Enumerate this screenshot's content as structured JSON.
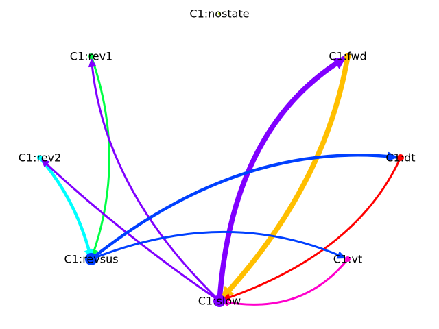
{
  "diagram": {
    "nodes": [
      {
        "id": "nostate",
        "label": "C1:nostate",
        "color": "#c8ff00"
      },
      {
        "id": "rev1",
        "label": "C1:rev1",
        "color": "#00ff44"
      },
      {
        "id": "fwd",
        "label": "C1:fwd",
        "color": "#ffbf00"
      },
      {
        "id": "rev2",
        "label": "C1:rev2",
        "color": "#00ffff"
      },
      {
        "id": "dt",
        "label": "C1:dt",
        "color": "#ff0000"
      },
      {
        "id": "revsus",
        "label": "C1:revsus",
        "color": "#0040ff"
      },
      {
        "id": "vt",
        "label": "C1:vt",
        "color": "#ff00cc"
      },
      {
        "id": "slow",
        "label": "C1:slow",
        "color": "#8000ff"
      }
    ],
    "edges": [
      {
        "from": "rev1",
        "to": "revsus",
        "color": "#00ff44",
        "weight": 2
      },
      {
        "from": "rev2",
        "to": "revsus",
        "color": "#00ffff",
        "weight": 3
      },
      {
        "from": "slow",
        "to": "rev1",
        "color": "#8000ff",
        "weight": 2
      },
      {
        "from": "slow",
        "to": "rev2",
        "color": "#8000ff",
        "weight": 2
      },
      {
        "from": "slow",
        "to": "fwd",
        "color": "#8000ff",
        "weight": 5
      },
      {
        "from": "fwd",
        "to": "slow",
        "color": "#ffbf00",
        "weight": 5
      },
      {
        "from": "dt",
        "to": "slow",
        "color": "#ff0000",
        "weight": 2
      },
      {
        "from": "vt",
        "to": "slow",
        "color": "#ff00cc",
        "weight": 2
      },
      {
        "from": "revsus",
        "to": "dt",
        "color": "#0040ff",
        "weight": 3
      },
      {
        "from": "revsus",
        "to": "vt",
        "color": "#0040ff",
        "weight": 2
      }
    ]
  }
}
